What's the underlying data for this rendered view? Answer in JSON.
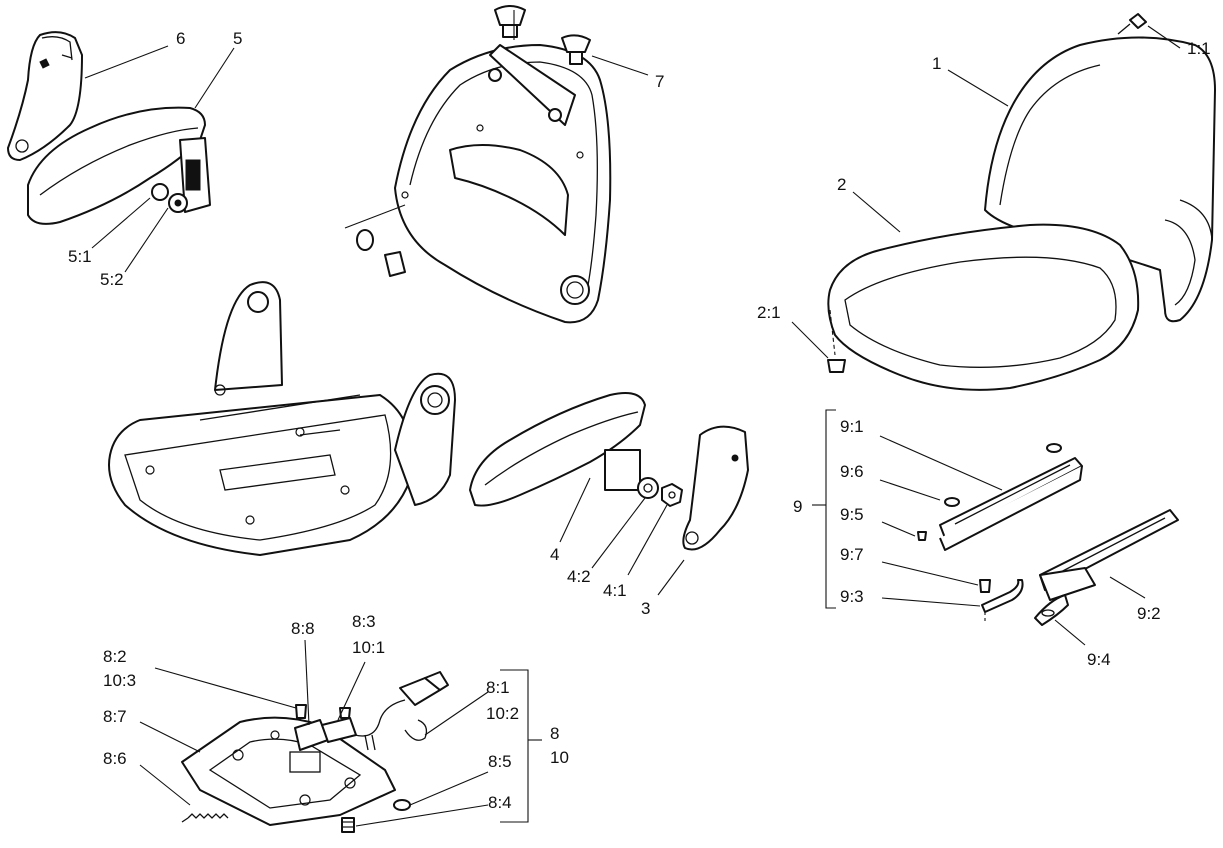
{
  "labels": {
    "l6": "6",
    "l5": "5",
    "l5_1": "5:1",
    "l5_2": "5:2",
    "l7": "7",
    "l1": "1",
    "l1_1": "1:1",
    "l2": "2",
    "l2_1": "2:1",
    "l4": "4",
    "l4_2": "4:2",
    "l4_1": "4:1",
    "l3": "3",
    "l9": "9",
    "l9_1": "9:1",
    "l9_6": "9:6",
    "l9_5": "9:5",
    "l9_7": "9:7",
    "l9_3": "9:3",
    "l9_2": "9:2",
    "l9_4": "9:4",
    "l8_8": "8:8",
    "l8_3": "8:3",
    "l10_1": "10:1",
    "l8_2": "8:2",
    "l10_3": "10:3",
    "l8_7": "8:7",
    "l8_6": "8:6",
    "l8_1": "8:1",
    "l10_2": "10:2",
    "l8": "8",
    "l10": "10",
    "l8_5": "8:5",
    "l8_4": "8:4"
  }
}
